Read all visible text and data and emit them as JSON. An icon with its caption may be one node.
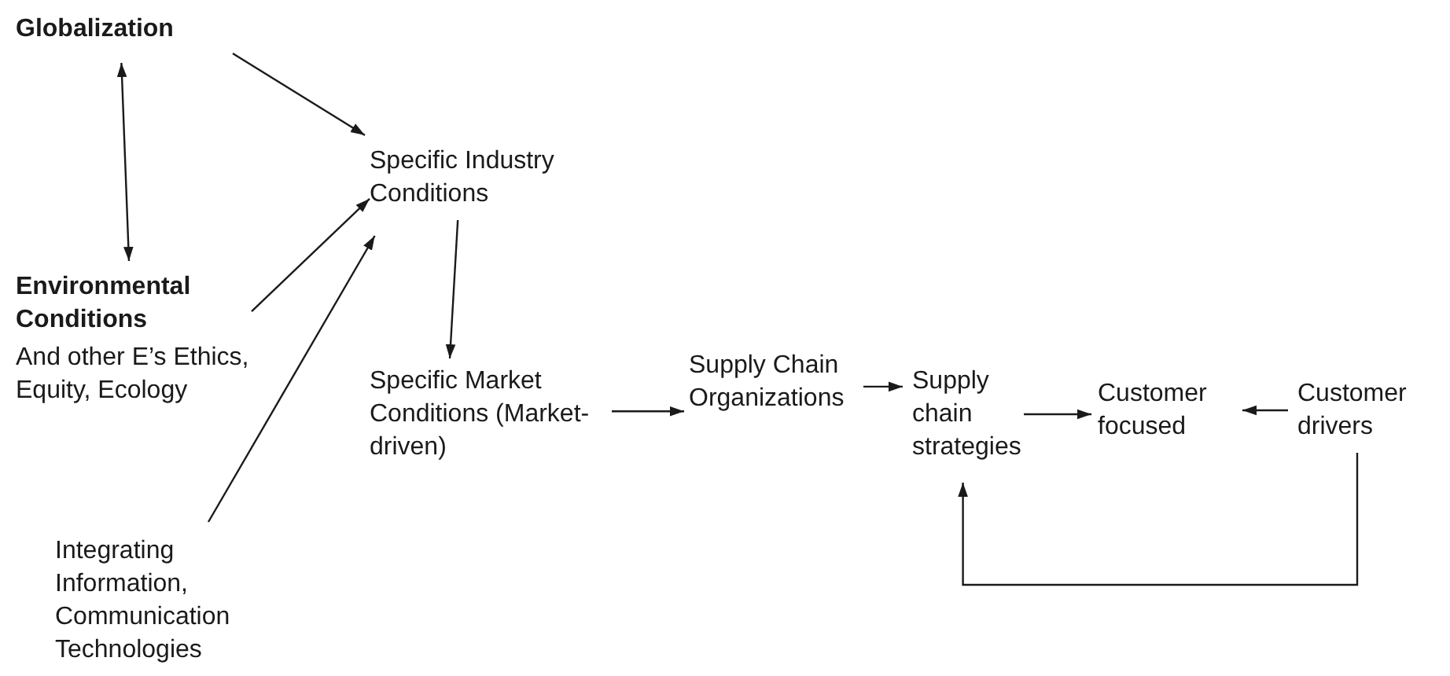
{
  "diagram": {
    "nodes": [
      {
        "text": [
          "Globalization"
        ]
      },
      {
        "text": [
          "Specific Industry Conditions"
        ]
      },
      {
        "text": [
          "Environmental Conditions",
          "And other E’s Ethics, Equity, Ecology"
        ]
      },
      {
        "text": [
          "Specific Market Conditions (Market-driven)"
        ]
      },
      {
        "text": [
          "Supply Chain Organizations"
        ]
      },
      {
        "text": [
          "Supply chain strategies"
        ]
      },
      {
        "text": [
          "Customer focused"
        ]
      },
      {
        "text": [
          "Customer drivers"
        ]
      },
      {
        "text": [
          "Integrating Information, Communication Technologies"
        ]
      }
    ],
    "edges": [
      {
        "from": 0,
        "to": 2,
        "arrow": "both"
      },
      {
        "from": 0,
        "to": 1,
        "arrow": "to"
      },
      {
        "from": 2,
        "to": 1,
        "arrow": "to"
      },
      {
        "from": 8,
        "to": 1,
        "arrow": "to"
      },
      {
        "from": 1,
        "to": 3,
        "arrow": "to"
      },
      {
        "from": 3,
        "to": 4,
        "arrow": "to"
      },
      {
        "from": 4,
        "to": 5,
        "arrow": "to"
      },
      {
        "from": 5,
        "to": 6,
        "arrow": "to"
      },
      {
        "from": 7,
        "to": 6,
        "arrow": "to"
      },
      {
        "from": 7,
        "to": 5,
        "arrow": "to"
      }
    ]
  }
}
